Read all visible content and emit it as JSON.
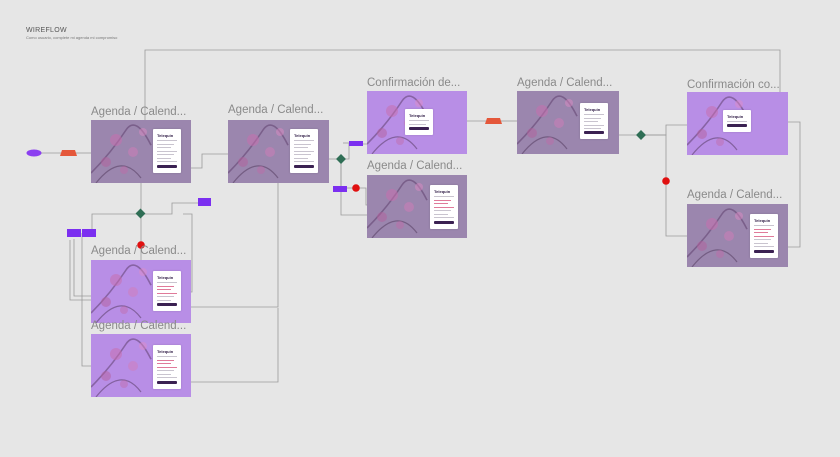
{
  "header": {
    "title": "WIREFLOW",
    "subtitle": "Como usuario, complete mi agenda mi compromiso"
  },
  "card_logo": "Telequin",
  "frames": [
    {
      "id": "f1",
      "title": "Agenda / Calend...",
      "variant": "dim"
    },
    {
      "id": "f2",
      "title": "Agenda / Calend...",
      "variant": "dim"
    },
    {
      "id": "f3",
      "title": "Confirmación de...",
      "variant": "bright"
    },
    {
      "id": "f4",
      "title": "Agenda / Calend...",
      "variant": "dim",
      "error": true
    },
    {
      "id": "f5",
      "title": "Agenda / Calend...",
      "variant": "dim"
    },
    {
      "id": "f6",
      "title": "Confirmación co...",
      "variant": "bright"
    },
    {
      "id": "f7",
      "title": "Agenda / Calend...",
      "variant": "dim",
      "error": true
    },
    {
      "id": "f8",
      "title": "Agenda / Calend...",
      "variant": "bright",
      "error": true
    },
    {
      "id": "f9",
      "title": "Agenda / Calend...",
      "variant": "bright",
      "error": true
    }
  ],
  "colors": {
    "canvas": "#e6e6e6",
    "frame_dim": "#9b86ae",
    "frame_bright": "#b88ee6",
    "connector": "#9a9a9a",
    "start": "#8b3ff0",
    "action": "#e4573a",
    "decision": "#2f6e55",
    "error": "#e01010",
    "note": "#7b2ff0"
  }
}
